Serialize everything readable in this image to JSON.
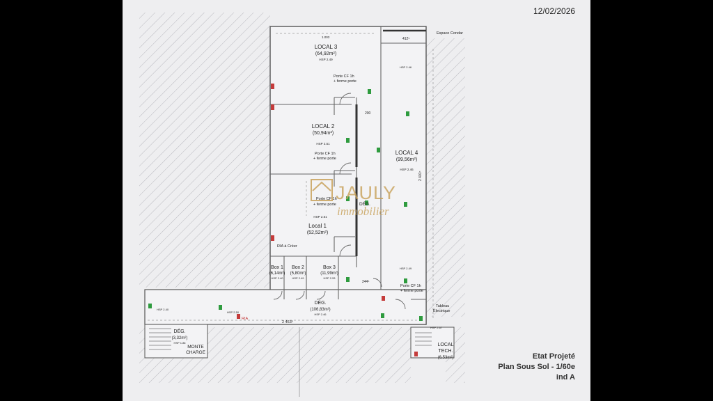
{
  "header": {
    "date": "12/02/2026"
  },
  "footer": {
    "line1": "Etat Projeté",
    "line2": "Plan Sous Sol - 1/60e",
    "line3": "ind A"
  },
  "watermark": {
    "brand": "JAULY",
    "sub": "immobilier"
  },
  "rooms": {
    "local3": {
      "name": "LOCAL 3",
      "area": "(64,92m²)",
      "hsp": "HSP 2.49"
    },
    "local2": {
      "name": "LOCAL 2",
      "area": "(50,94m²)",
      "hsp": "HSP 2.51"
    },
    "local1": {
      "name": "Local 1",
      "area": "(52,52m²)",
      "hsp": "HSP 2.51"
    },
    "local4": {
      "name": "LOCAL 4",
      "area": "(99,56m²)",
      "hsp": "HSP 2.46"
    },
    "box1": {
      "name": "Box 1",
      "area": "(6,14m²)",
      "hsp": "HSP 2.40"
    },
    "box2": {
      "name": "Box 2",
      "area": "(5,80m²)",
      "hsp": "HSP 2.49"
    },
    "box3": {
      "name": "Box 3",
      "area": "(11,99m²)",
      "hsp": "HSP 2.53"
    },
    "deg_main": {
      "name": "DÉG.",
      "area": "(106,83m²)",
      "hsp": "HSP 2.46"
    },
    "deg_small": {
      "name": "DÉG."
    },
    "deg_stair": {
      "name": "DÉG.",
      "area": "(3,32m²)",
      "hsp": "HSP 1.86"
    },
    "local_tech": {
      "name": "LOCAL",
      "name2": "TECH.",
      "area": "(6,53m²)"
    },
    "monte_charge": {
      "l1": "MONTE",
      "l2": "CHARGE"
    }
  },
  "annotations": {
    "porte_cf_1": "Porte CF 1h",
    "porte_cf_1b": "+ ferme porte",
    "porte_cf_2": "Porte CF 1h",
    "porte_cf_2b": "+ ferme porte",
    "porte_cf_3": "Porte CF 1h",
    "porte_cf_3b": "+ ferme porte",
    "porte_cf_4": "Porte CF 1h",
    "porte_cf_4b": "+ ferme porte",
    "ria_creer": "RIA à Créer",
    "tableau_1": "Tableau",
    "tableau_2": "Électrique",
    "espace_condar": "Espace Condar",
    "ria": "RIA",
    "dim_top": "1.003",
    "dim_412": "412⁵",
    "dim_200": "200",
    "dim_2463": "2 463⁵",
    "dim_244": "244⁵",
    "dim_2401": "2 401⁵",
    "hsp_240": "HSP 2.40",
    "hsp_250": "HSP 2.50",
    "hsp_246": "HSP 2.46",
    "hsp_249": "HSP 2.49",
    "hsp_267": "HSP 2.67"
  }
}
